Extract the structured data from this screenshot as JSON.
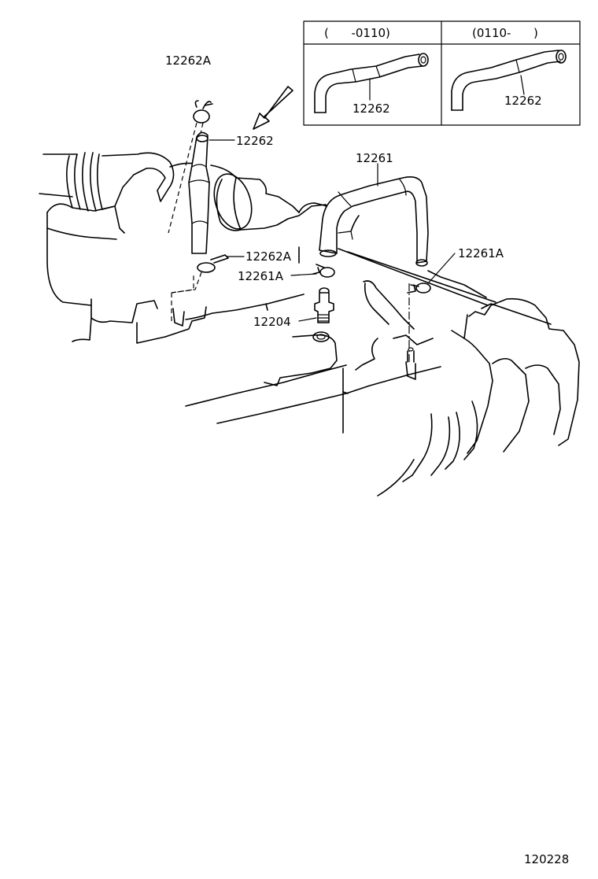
{
  "inset": {
    "col1_header": "(      -0110)",
    "col2_header": "(0110-      )",
    "col1_part": "12262",
    "col2_part": "12262"
  },
  "labels": {
    "clip_top": "12262A",
    "hose_main": "12262",
    "hose_pcv": "12261",
    "clip_left": "12262A",
    "clip_right": "12261A",
    "clip_mid": "12261A",
    "valve": "12204"
  },
  "diagram_code": "120228"
}
